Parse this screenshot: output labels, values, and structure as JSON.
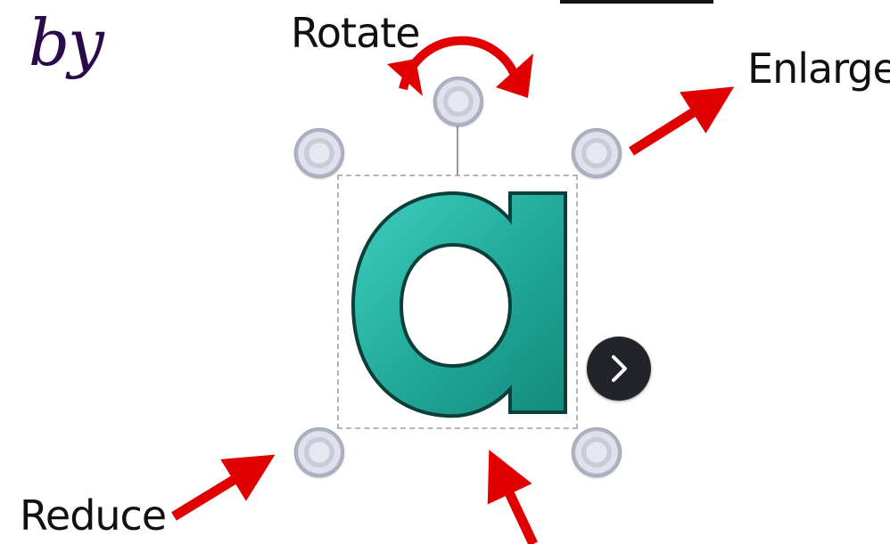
{
  "heading": {
    "by_text": "by"
  },
  "annotations": {
    "rotate": "Rotate",
    "enlarge": "Enlarge",
    "reduce": "Reduce"
  },
  "selected_object": {
    "glyph": "a",
    "fill_color": "#2bb3a3",
    "outline_color": "#0c3f39"
  },
  "handles": [
    "rotate-handle",
    "top-left-resize-handle",
    "top-right-resize-handle",
    "bottom-left-resize-handle",
    "bottom-right-resize-handle"
  ],
  "controls": {
    "next_icon": "chevron-right-icon"
  },
  "colors": {
    "arrow": "#e00000",
    "handwriting": "#2a0a4a",
    "button_bg": "#23232b"
  }
}
